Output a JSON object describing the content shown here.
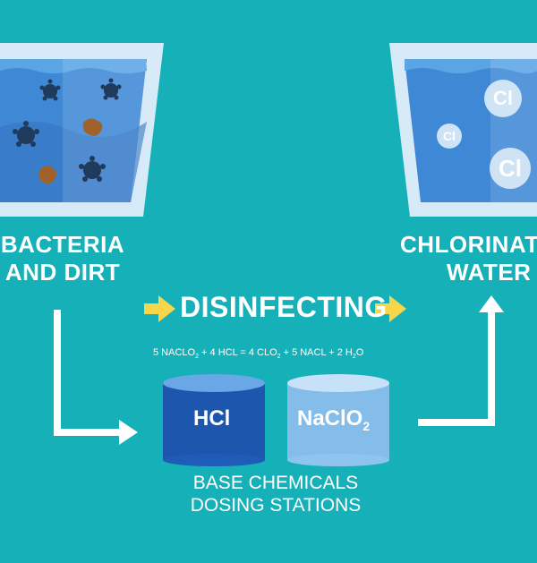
{
  "left_caption": {
    "line1": "BACTERIA",
    "line2": "AND DIRT"
  },
  "right_caption": {
    "line1": "CHLORINAT",
    "line2": "WATER"
  },
  "center_title": "DISINFECTING",
  "equation": {
    "p1": "5 NACLO",
    "s1": "2",
    "p2": " + 4 HCL = 4 CLO",
    "s2": "2",
    "p3": " + 5 NACL + 2 H",
    "s3": "2",
    "p4": "O"
  },
  "drums": {
    "hcl": {
      "label": "HCl"
    },
    "naclo2": {
      "label": "NaClO",
      "sub": "2"
    }
  },
  "base_label": {
    "line1": "BASE CHEMICALS",
    "line2": "DOSING STATIONS"
  },
  "chlorine_bubbles": [
    "Cl",
    "Cl",
    "Cl"
  ],
  "colors": {
    "background": "#16b0b9",
    "water": "#3f88d6",
    "glass": "#d6ebf7",
    "arrow_yellow": "#f7d64a",
    "hcl_drum": "#1f5cb8",
    "naclo2_drum": "#8fc4ee"
  }
}
